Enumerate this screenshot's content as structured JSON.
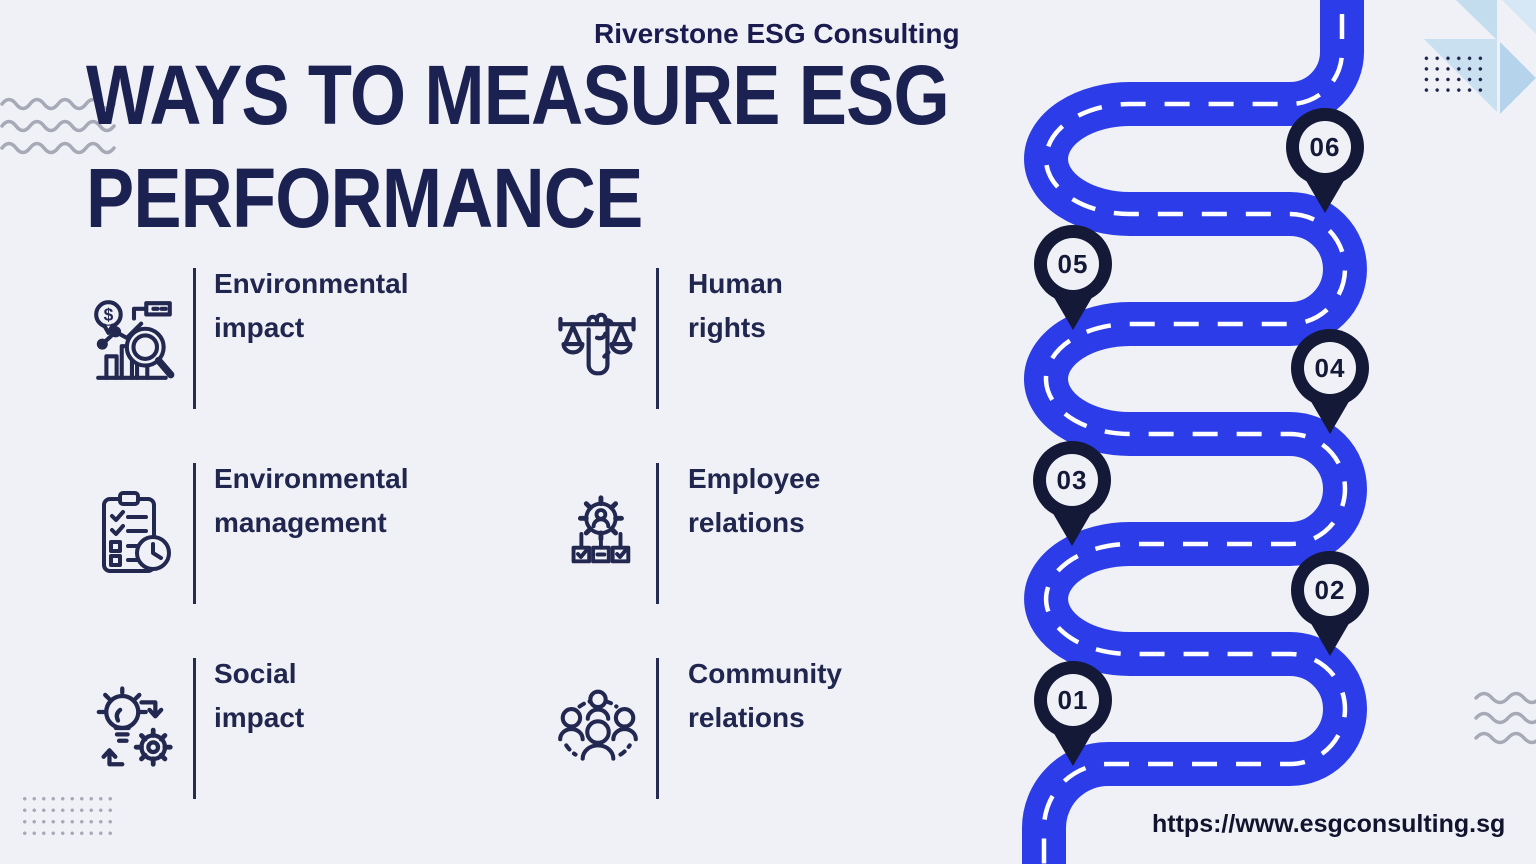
{
  "brand": "Riverstone ESG Consulting",
  "title": {
    "line1": "WAYS TO MEASURE ESG",
    "line2": "PERFORMANCE"
  },
  "items": [
    {
      "icon": "analytics-magnifier-icon",
      "lines": [
        "Environmental",
        "impact"
      ]
    },
    {
      "icon": "justice-scale-icon",
      "lines": [
        "Human rights"
      ]
    },
    {
      "icon": "checklist-clock-icon",
      "lines": [
        "Environmental",
        "management"
      ]
    },
    {
      "icon": "team-gear-icon",
      "lines": [
        "Employee",
        "relations"
      ]
    },
    {
      "icon": "idea-process-icon",
      "lines": [
        "Social impact"
      ]
    },
    {
      "icon": "community-people-icon",
      "lines": [
        "Community",
        "relations"
      ]
    }
  ],
  "roadmap": {
    "pins": [
      {
        "number": "01"
      },
      {
        "number": "02"
      },
      {
        "number": "03"
      },
      {
        "number": "04"
      },
      {
        "number": "05"
      },
      {
        "number": "06"
      }
    ]
  },
  "footer_url": "https://www.esgconsulting.sg",
  "colors": {
    "background": "#eff1f6",
    "road_blue": "#2b3ce8",
    "navy_text": "#1b2150",
    "pin_navy": "#131937",
    "light_blue": "#c3dcee",
    "decor_gray": "#a7aab6"
  }
}
